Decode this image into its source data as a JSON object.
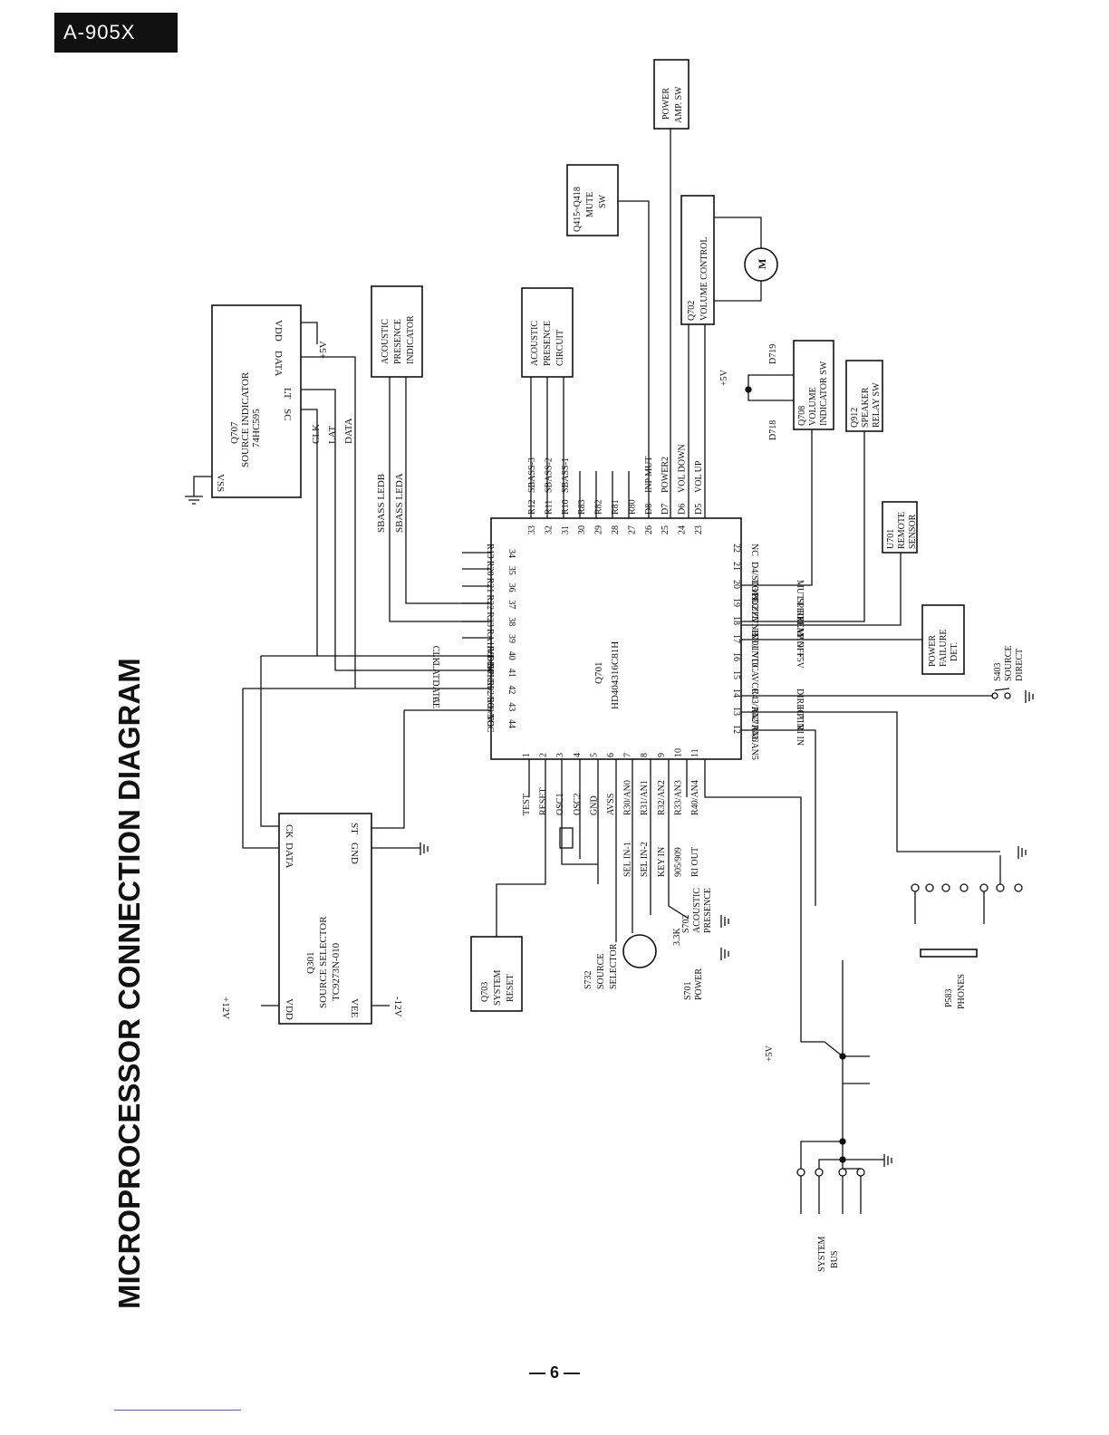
{
  "page": {
    "model": "A-905X",
    "title": "MICROPROCESSOR CONNECTION DIAGRAM",
    "page_number": "— 6 —"
  },
  "mcu": {
    "ref": "Q701",
    "part": "HD404316C81H",
    "top_pins": [
      {
        "num": "33",
        "name": "R12",
        "signal": "SBASS-3"
      },
      {
        "num": "32",
        "name": "R11",
        "signal": "SBASS-2"
      },
      {
        "num": "31",
        "name": "R10",
        "signal": "SBASS-1"
      },
      {
        "num": "30",
        "name": "R83",
        "signal": ""
      },
      {
        "num": "29",
        "name": "R82",
        "signal": ""
      },
      {
        "num": "28",
        "name": "R81",
        "signal": ""
      },
      {
        "num": "27",
        "name": "R80",
        "signal": ""
      },
      {
        "num": "26",
        "name": "D8",
        "signal": "INP MUT"
      },
      {
        "num": "25",
        "name": "D7",
        "signal": "POWER2"
      },
      {
        "num": "24",
        "name": "D6",
        "signal": "VOL DOWN"
      },
      {
        "num": "23",
        "name": "D5",
        "signal": "VOL UP"
      }
    ],
    "left_pins": [
      {
        "num": "34",
        "name": "R13",
        "signal": ""
      },
      {
        "num": "35",
        "name": "R20",
        "signal": ""
      },
      {
        "num": "36",
        "name": "R21",
        "signal": ""
      },
      {
        "num": "37",
        "name": "R22",
        "signal": ""
      },
      {
        "num": "38",
        "name": "R23",
        "signal": ""
      },
      {
        "num": "39",
        "name": "RA1/VDISP",
        "signal": ""
      },
      {
        "num": "40",
        "name": "R00/SCK",
        "signal": "CLK"
      },
      {
        "num": "41",
        "name": "R01/SI",
        "signal": "LAT"
      },
      {
        "num": "42",
        "name": "R02/SO",
        "signal": "DATA"
      },
      {
        "num": "43",
        "name": "R03/TOC",
        "signal": "CE"
      },
      {
        "num": "44",
        "name": "NC",
        "signal": ""
      }
    ],
    "right_pins": [
      {
        "num": "22",
        "name": "NC",
        "signal": ""
      },
      {
        "num": "21",
        "name": "D4/STOPC",
        "signal": ""
      },
      {
        "num": "20",
        "name": "D3/BUZZ",
        "signal": "MUT LED"
      },
      {
        "num": "19",
        "name": "D2/EVNB",
        "signal": "SP RELAY"
      },
      {
        "num": "18",
        "name": "D1/INT1",
        "signal": "REM IN"
      },
      {
        "num": "17",
        "name": "D0/INT0",
        "signal": "P OFF"
      },
      {
        "num": "16",
        "name": "VCC",
        "signal": "+5V"
      },
      {
        "num": "15",
        "name": "AVCC",
        "signal": ""
      },
      {
        "num": "14",
        "name": "R43/AN7",
        "signal": "DIRECT"
      },
      {
        "num": "13",
        "name": "R42/AN6",
        "signal": "HP IN"
      },
      {
        "num": "12",
        "name": "R41/AN5",
        "signal": "RI IN"
      }
    ],
    "bottom_pins": [
      {
        "num": "1",
        "name": "TEST",
        "signal": ""
      },
      {
        "num": "2",
        "name": "RESET",
        "signal": ""
      },
      {
        "num": "3",
        "name": "OSC1",
        "signal": ""
      },
      {
        "num": "4",
        "name": "OSC2",
        "signal": ""
      },
      {
        "num": "5",
        "name": "GND",
        "signal": ""
      },
      {
        "num": "6",
        "name": "AVSS",
        "signal": ""
      },
      {
        "num": "7",
        "name": "R30/AN0",
        "signal": "SEL IN-1"
      },
      {
        "num": "8",
        "name": "R31/AN1",
        "signal": "SEL IN-2"
      },
      {
        "num": "9",
        "name": "R32/AN2",
        "signal": "KEY IN"
      },
      {
        "num": "10",
        "name": "R33/AN3",
        "signal": "905/909"
      },
      {
        "num": "11",
        "name": "R40/AN4",
        "signal": "RI OUT"
      }
    ]
  },
  "components": {
    "q707": {
      "ref": "Q707",
      "desc": "SOURCE INDICATOR",
      "part": "74HC595",
      "pins": [
        "VDD",
        "DATA",
        "LT",
        "SC",
        "VSS"
      ],
      "signals": [
        "CLK",
        "LAT",
        "DATA"
      ],
      "supply": "+5V"
    },
    "q301": {
      "ref": "Q301",
      "desc": "SOURCE SELECTOR",
      "part": "TC9273N-010",
      "pins": [
        "CK",
        "DATA",
        "ST",
        "GND",
        "VDD",
        "VEE"
      ],
      "plus": "+12V",
      "minus": "-12V"
    },
    "acoustic_indicator": [
      "ACOUSTIC",
      "PRESENCE",
      "INDICATOR"
    ],
    "acoustic_circuit": [
      "ACOUSTIC",
      "PRESENCE",
      "CIRCUIT"
    ],
    "sbass_leds": [
      "SBASS LEDB",
      "SBASS LEDA"
    ],
    "mute_sw": [
      "Q415~Q418",
      "MUTE",
      "SW"
    ],
    "power_amp_sw": [
      "POWER",
      "AMP. SW"
    ],
    "volume_control": [
      "Q702",
      "VOLUME CONTROL"
    ],
    "motor_label": "M",
    "volume_indicator_sw": [
      "Q708",
      "VOLUME",
      "INDICATOR SW"
    ],
    "speaker_relay_sw": [
      "Q912",
      "SPEAKER",
      "RELAY SW"
    ],
    "remote_sensor": [
      "U701",
      "REMOTE",
      "SENSOR"
    ],
    "power_failure": [
      "POWER",
      "FAILURE",
      "DET."
    ],
    "source_direct": [
      "S403",
      "SOURCE",
      "DIRECT"
    ],
    "system_reset": [
      "Q703",
      "SYSTEM",
      "RESET"
    ],
    "source_selector_sw": [
      "S732",
      "SOURCE",
      "SELECTOR"
    ],
    "acoustic_presence_sw": [
      "S702",
      "ACOUSTIC",
      "PRESENCE"
    ],
    "power_sw": [
      "S701",
      "POWER"
    ],
    "resistor_value": "3.3K",
    "phones": [
      "P583",
      "PHONES"
    ],
    "system_bus": [
      "SYSTEM",
      "BUS"
    ],
    "diodes": [
      "D718",
      "D719"
    ],
    "plus5v": "+5V"
  }
}
